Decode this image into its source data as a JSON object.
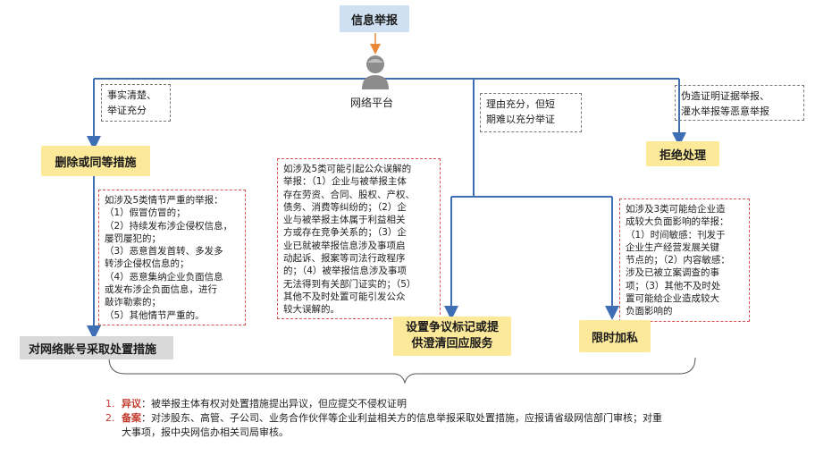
{
  "top": {
    "report": "信息举报",
    "platform": "网络平台"
  },
  "conditions": {
    "left": [
      "事实清楚、",
      "举证充分"
    ],
    "middle": [
      "理由充分，但短",
      "期难以充分举证"
    ],
    "right": [
      "伪造证明证据举报、",
      "灌水举报等恶意举报"
    ]
  },
  "actions": {
    "delete": "删除或同等措施",
    "reject": "拒绝处理",
    "dispute": [
      "设置争议标记或提",
      "供澄清回应服务"
    ],
    "expedite": "限时加私",
    "account": "对网络账号采取处置措施"
  },
  "details": {
    "severe": [
      "如涉及5类情节严重的举报：",
      "（1）假冒仿冒的；",
      "（2）持续发布涉企侵权信息，",
      "屡罚屡犯的；",
      "（3）恶意首发首转、多发多",
      "转涉企侵权信息的；",
      "（4）恶意集纳企业负面信息",
      "或发布涉企负面信息，进行",
      "敲诈勒索的；",
      "（5）其他情节严重的。"
    ],
    "misunderstanding": [
      "如涉及5类可能引起公众误解的",
      "举报：（1）企业与被举报主体",
      "存在劳资、合同、股权、产权、",
      "债务、消费等纠纷的；（2）企",
      "业与被举报主体属于利益相关",
      "方或存在竞争关系的；（3）企",
      "业已就被举报信息涉及事项启",
      "动起诉、报案等司法行政程序",
      "的；（4）被举报信息涉及事项",
      "无法得到有关部门证实的；（5）",
      "其他不及时处置可能引发公众",
      "较大误解的。"
    ],
    "impact": [
      "如涉及3类可能给企业造",
      "成较大负面影响的举报：",
      "（1）时间敏感：刊发于",
      "企业生产经营发展关键",
      "节点的；（2）内容敏感：",
      "涉及已被立案调查的事",
      "项；（3）其他不及时处",
      "置可能给企业造成较大",
      "负面影响的"
    ]
  },
  "notes": [
    {
      "num": "1.",
      "key": "异议",
      "text": "：被举报主体有权对处置措施提出异议，但应提交不侵权证明"
    },
    {
      "num": "2.",
      "key": "备案",
      "text": "：对涉股东、高管、子公司、业务合作伙伴等企业利益相关方的信息举报采取处置措施，应报请省级网信部门审核；对重"
    },
    {
      "num": "",
      "key": "",
      "text": "大事项，报中央网信办相关司局审核。"
    }
  ],
  "colors": {
    "line": "#3e6fb5",
    "arrow_orange": "#e8893a",
    "red_dash": "#d9534f",
    "yellow": "#fde99a",
    "blue_box": "#cfe0f2",
    "grey_box": "#d9d9d9"
  }
}
